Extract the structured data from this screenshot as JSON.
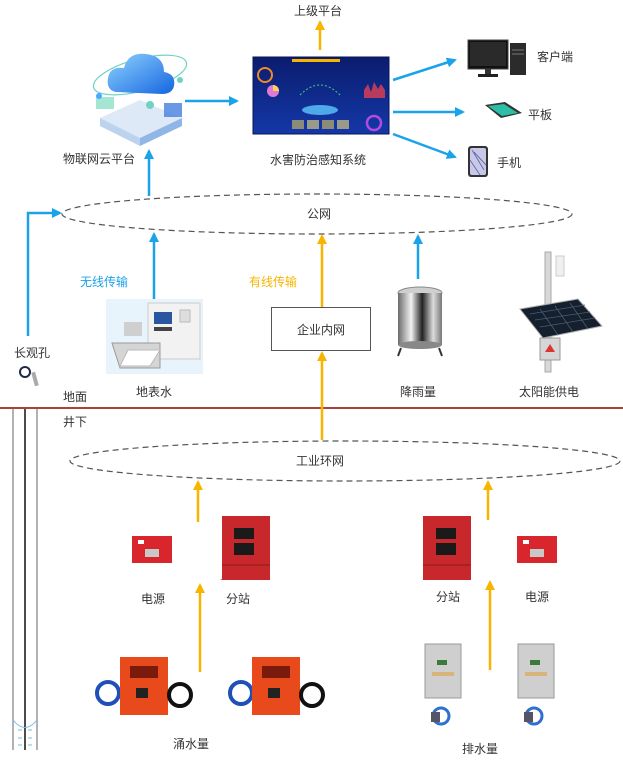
{
  "title": "水害防治感知系统 架构图",
  "colors": {
    "wireless": "#1aa3e8",
    "wired": "#f7b500",
    "ground_line": "#a8433b",
    "ellipse": "#555555",
    "text": "#333333"
  },
  "labels": {
    "upper_platform": "上级平台",
    "iot_cloud": "物联网云平台",
    "water_system": "水害防治感知系统",
    "client": "客户端",
    "tablet": "平板",
    "phone": "手机",
    "public_network": "公网",
    "wireless_transmission": "无线传输",
    "wired_transmission": "有线传输",
    "enterprise_intranet": "企业内网",
    "long_observation_hole": "长观孔",
    "surface_water": "地表水",
    "rainfall": "降雨量",
    "solar_power": "太阳能供电",
    "ground": "地面",
    "underground": "井下",
    "industrial_ring_network": "工业环网",
    "power_left": "电源",
    "substation_left": "分站",
    "substation_right": "分站",
    "power_right": "电源",
    "water_inflow": "涌水量",
    "drainage": "排水量"
  }
}
